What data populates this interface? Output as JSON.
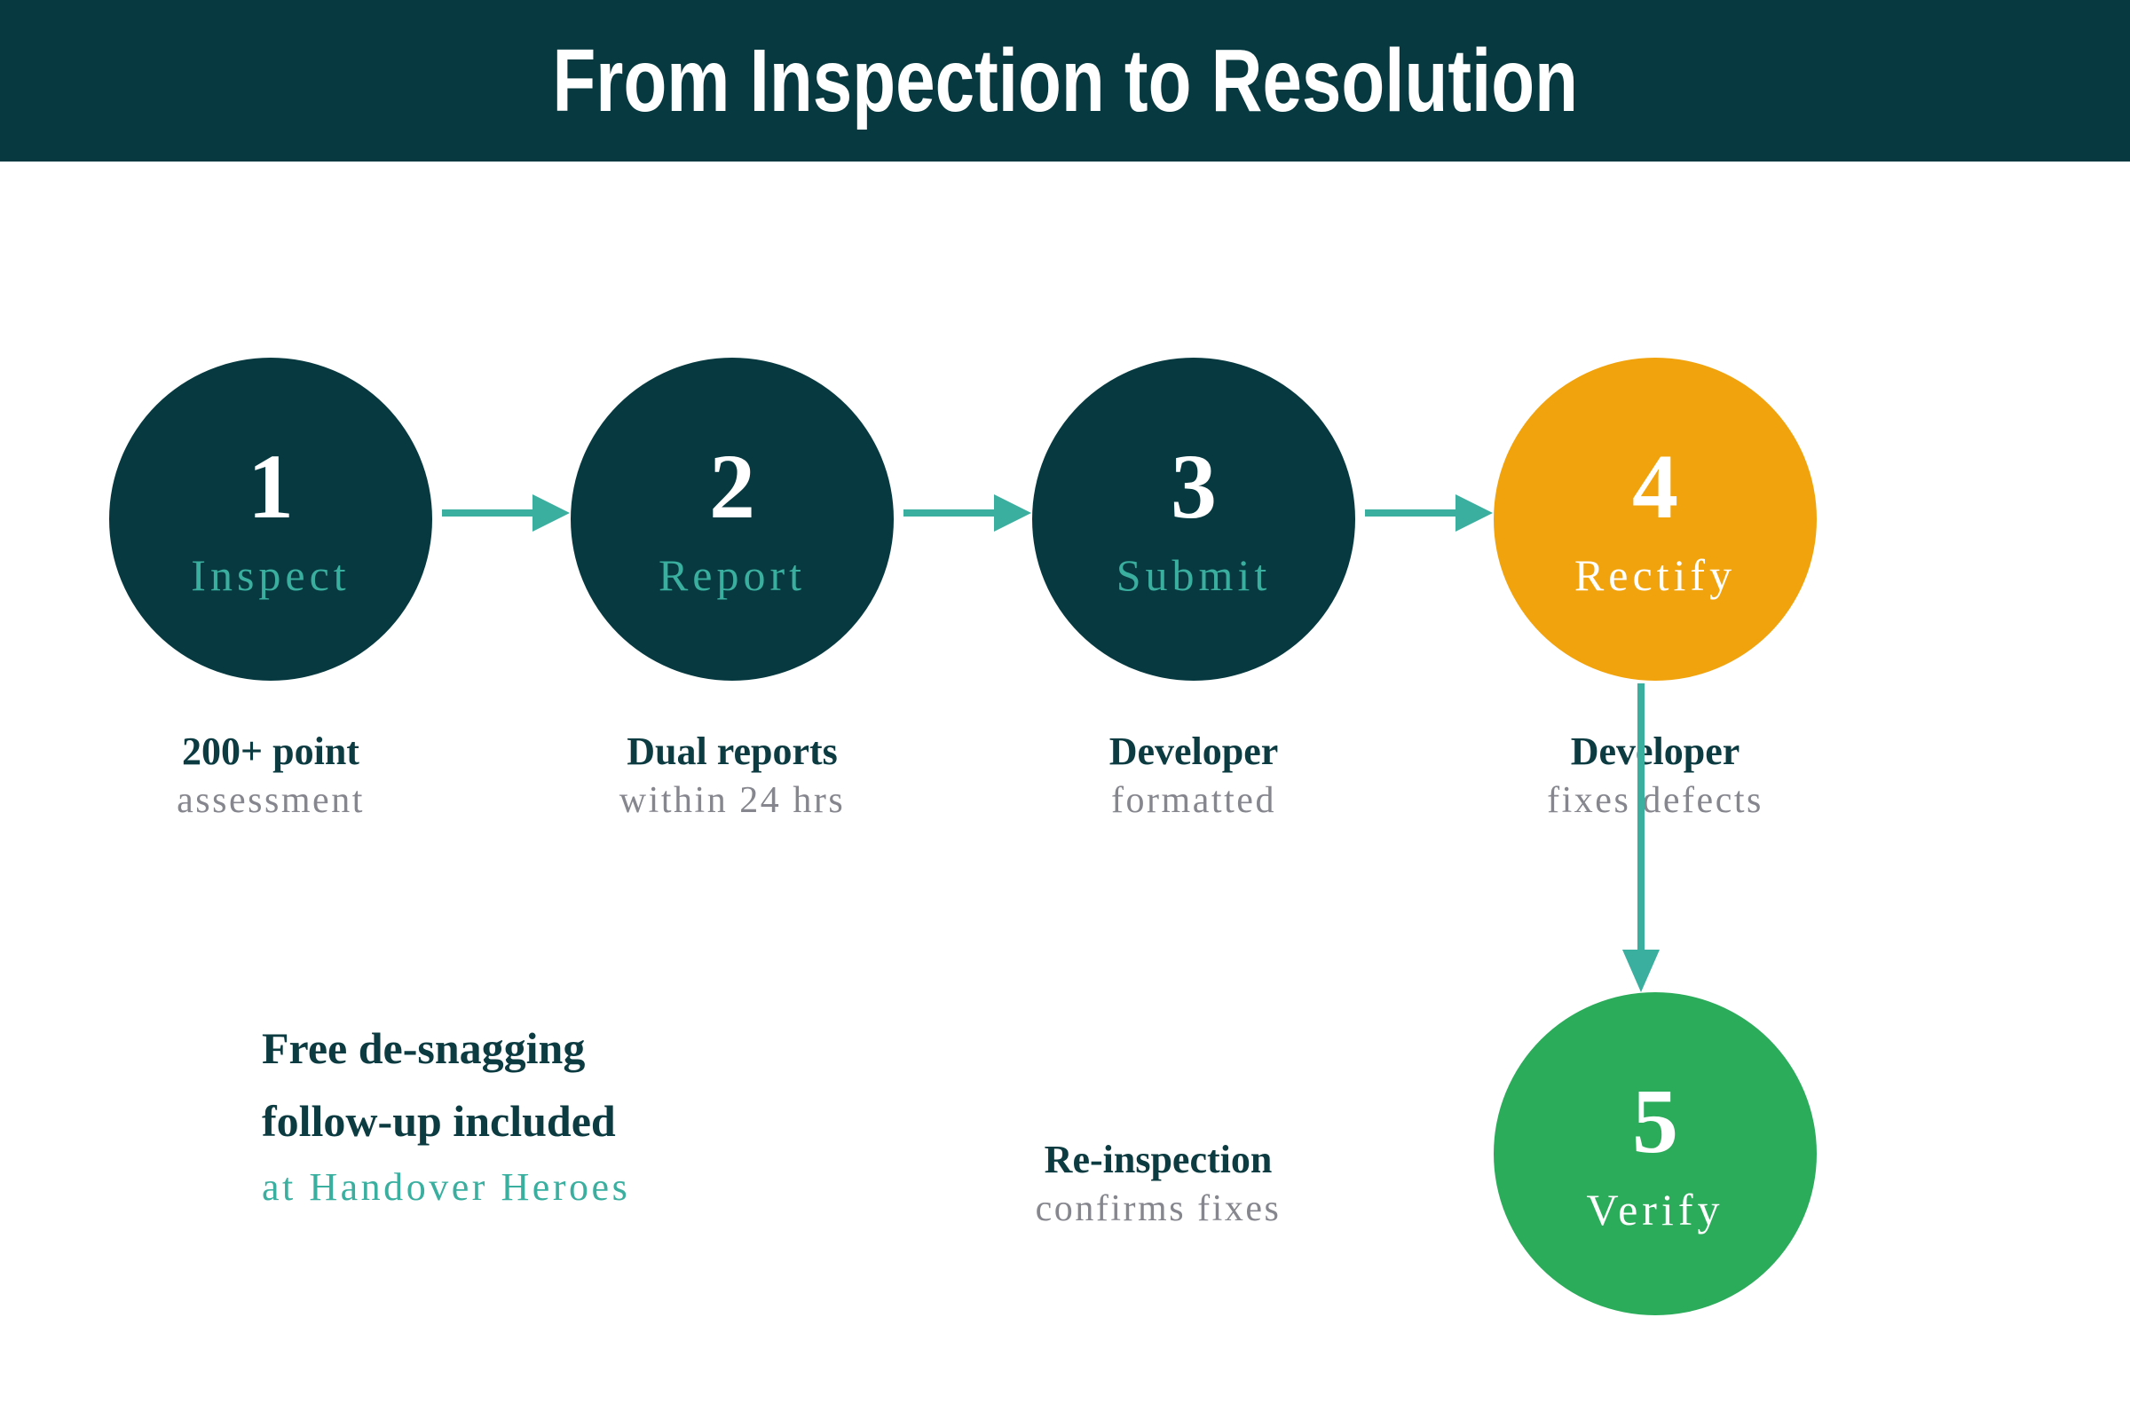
{
  "header": {
    "title": "From Inspection to Resolution"
  },
  "colors": {
    "header_bg": "#063a40",
    "dark_circle": "#063a40",
    "orange_circle": "#f1a30d",
    "green_circle": "#2bac5b",
    "arrow": "#3aae9f",
    "accent_text": "#3aae9f",
    "heading_text": "#0c3b41",
    "sub_text": "#85868e",
    "circle_number_text": "#ffffff"
  },
  "steps": [
    {
      "number": "1",
      "label": "Inspect",
      "circle_color": "#063a40",
      "label_color": "#3aae9f",
      "caption_bold": "200+ point",
      "caption_sub": "assessment"
    },
    {
      "number": "2",
      "label": "Report",
      "circle_color": "#063a40",
      "label_color": "#3aae9f",
      "caption_bold": "Dual reports",
      "caption_sub": "within 24 hrs"
    },
    {
      "number": "3",
      "label": "Submit",
      "circle_color": "#063a40",
      "label_color": "#3aae9f",
      "caption_bold": "Developer",
      "caption_sub": "formatted"
    },
    {
      "number": "4",
      "label": "Rectify",
      "circle_color": "#f1a30d",
      "label_color": "#ffffff",
      "caption_bold": "Developer",
      "caption_sub": "fixes defects"
    },
    {
      "number": "5",
      "label": "Verify",
      "circle_color": "#2bac5b",
      "label_color": "#ffffff",
      "caption_bold": "Re-inspection",
      "caption_sub": "confirms fixes"
    }
  ],
  "note": {
    "line1": "Free de-snagging",
    "line2": "follow-up included",
    "line3": "at Handover Heroes"
  }
}
